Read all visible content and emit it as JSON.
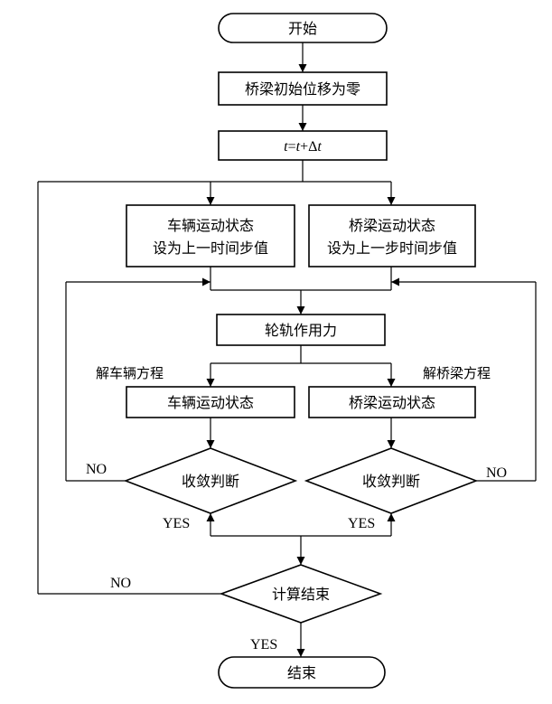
{
  "nodes": {
    "start": "开始",
    "init": "桥梁初始位移为零",
    "time_step": {
      "t1": "t",
      "eq": "=",
      "t2": "t",
      "plus": "+Δ",
      "t3": "t"
    },
    "vehicle_prev": {
      "line1": "车辆运动状态",
      "line2": "设为上一时间步值"
    },
    "bridge_prev": {
      "line1": "桥梁运动状态",
      "line2": "设为上一步时间步值"
    },
    "force": "轮轨作用力",
    "vehicle_state": "车辆运动状态",
    "bridge_state": "桥梁运动状态",
    "converge_left": "收敛判断",
    "converge_right": "收敛判断",
    "calc_end": "计算结束",
    "end": "结束"
  },
  "labels": {
    "solve_vehicle": "解车辆方程",
    "solve_bridge": "解桥梁方程",
    "no_left": "NO",
    "no_right": "NO",
    "yes_left": "YES",
    "yes_right": "YES",
    "no_outer": "NO",
    "yes_end": "YES"
  }
}
